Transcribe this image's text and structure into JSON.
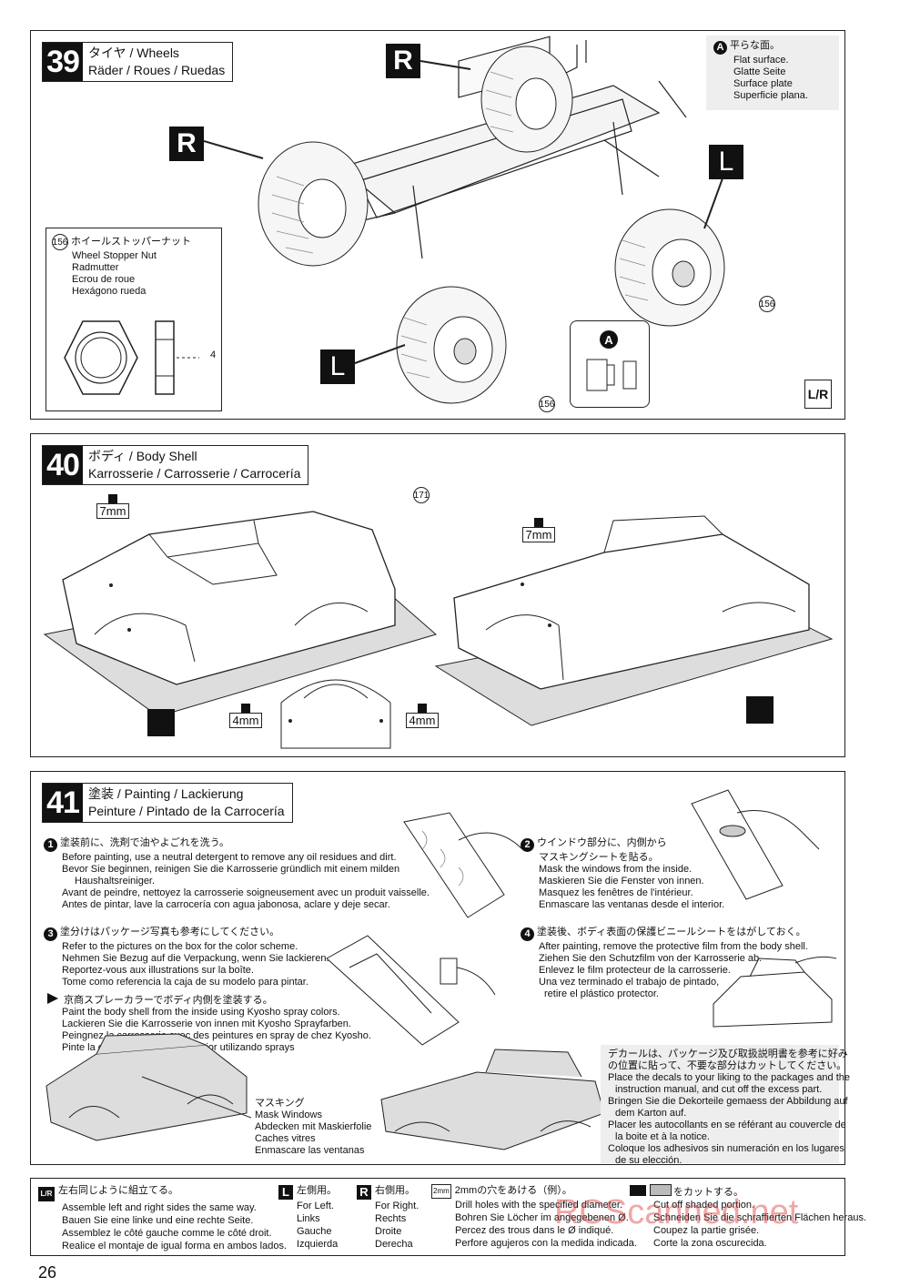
{
  "step39": {
    "number": "39",
    "title_line1": "タイヤ / Wheels",
    "title_line2": "Räder / Roues / Ruedas",
    "flat_note": {
      "marker": "A",
      "lines": [
        "平らな面。",
        "Flat surface.",
        "Glatte Seite",
        "Surface plate",
        "Superficie plana."
      ]
    },
    "nut_box": {
      "ref": "156",
      "lines": [
        "ホイールストッパーナット",
        "Wheel Stopper Nut",
        "Radmutter",
        "Ecrou de roue",
        "Hexágono rueda"
      ],
      "dimension": "4"
    },
    "tag_r": "R",
    "tag_l": "L",
    "callout_ref": "156",
    "detail_marker": "A",
    "lr_symbol": "L/R"
  },
  "step40": {
    "number": "40",
    "title_line1": "ボディ / Body Shell",
    "title_line2": "Karrosserie / Carrosserie / Carrocería",
    "part_ref": "171",
    "drill_7mm": "7mm",
    "drill_4mm": "4mm"
  },
  "step41": {
    "number": "41",
    "title_line1": "塗装 / Painting / Lackierung",
    "title_line2": "Peinture / Pintado de la Carrocería",
    "item1": {
      "num": "1",
      "lines": [
        "塗装前に、洗剤で油やよごれを洗う。",
        "Before painting, use a neutral detergent to remove any oil residues and dirt.",
        "Bevor Sie beginnen, reinigen Sie die Karrosserie gründlich mit einem milden",
        "Haushaltsreiniger.",
        "Avant de peindre, nettoyez la carrosserie soigneusement avec un produit vaisselle.",
        "Antes de pintar, lave la carrocería con agua jabonosa, aclare y deje secar."
      ]
    },
    "item2": {
      "num": "2",
      "lines": [
        "ウインドウ部分に、内側から",
        "マスキングシートを貼る。",
        "Mask the windows from the inside.",
        "Maskieren Sie die Fenster von innen.",
        "Masquez les fenêtres de l'intérieur.",
        "Enmascare las ventanas desde el interior."
      ]
    },
    "item3": {
      "num": "3",
      "lines": [
        "塗分けはパッケージ写真も参考にしてください。",
        "Refer to the pictures on the box for the color scheme.",
        "Nehmen Sie Bezug auf die Verpackung, wenn Sie lackieren.",
        "Reportez-vous aux illustrations sur la boîte.",
        "Tome como referencia la caja de su modelo para pintar."
      ]
    },
    "spray": {
      "lines": [
        "京商スプレーカラーでボディ内側を塗装する。",
        "Paint the body shell from the inside using Kyosho spray colors.",
        "Lackieren Sie die Karrosserie von innen mit Kyosho Sprayfarben.",
        "Peingnez la carrosserie avec des peintures en spray de chez Kyosho.",
        "Pinte la carrocería desde el interior utilizando sprays"
      ]
    },
    "item4": {
      "num": "4",
      "lines": [
        "塗装後、ボディ表面の保護ビニールシートをはがしておく。",
        "After painting, remove the protective film from the body shell.",
        "Ziehen Sie den Schutzfilm von der Karrosserie ab.",
        "Enlevez le film protecteur de la carrosserie.",
        "Una vez terminado el trabajo de pintado,",
        "retire el plástico protector."
      ]
    },
    "masking": {
      "lines": [
        "マスキング",
        "Mask Windows",
        "Abdecken mit Maskierfolie",
        "Caches vitres",
        "Enmascare las ventanas"
      ]
    },
    "decal": {
      "lines": [
        "デカールは、パッケージ及び取扱説明書を参考に好み",
        "の位置に貼って、不要な部分はカットしてください。",
        "Place the decals to your liking to the packages and the",
        "instruction manual, and cut off the excess part.",
        "Bringen Sie die Dekorteile gemaess der Abbildung auf",
        "dem Karton auf.",
        "Placer les autocollants en se référant au couvercle de",
        "la boite et à la notice.",
        "Coloque los adhesivos sin numeración en los lugares",
        "de su elección."
      ]
    }
  },
  "legend": {
    "lr": {
      "icon": "L/R",
      "lines": [
        "左右同じように組立てる。",
        "Assemble left and right sides the same way.",
        "Bauen Sie eine linke und eine rechte Seite.",
        "Assemblez le côté gauche comme le côté droit.",
        "Realice el montaje de igual forma en ambos lados."
      ]
    },
    "left": {
      "icon": "L",
      "lines": [
        "左側用。",
        "For Left.",
        "Links",
        "Gauche",
        "Izquierda"
      ]
    },
    "right": {
      "icon": "R",
      "lines": [
        "右側用。",
        "For Right.",
        "Rechts",
        "Droite",
        "Derecha"
      ]
    },
    "drill": {
      "icon": "2mm",
      "lines": [
        "2mmの穴をあける（例）。",
        "Drill holes with the specified diameter.",
        "Bohren Sie Löcher im angegebenen Ø.",
        "Percez des trous dans le Ø indiqué.",
        "Perfore agujeros con la medida indicada."
      ]
    },
    "cut": {
      "icon": "cut",
      "lines": [
        "をカットする。",
        "Cut off shaded portion.",
        "Schneiden Sie die schraffierten Flächen heraus.",
        "Coupez la partie grisée.",
        "Corte la zona oscurecida."
      ]
    }
  },
  "watermark": "RCScanned.net",
  "page_number": "26"
}
